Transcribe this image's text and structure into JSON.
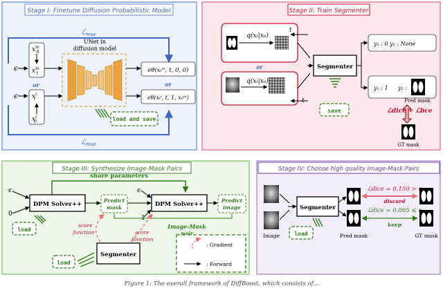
{
  "colors": {
    "stage1_fill": "#eef3fb",
    "stage1_border": "#5f88d6",
    "stage1_title": "#3a62b8",
    "stage2_fill": "#fde8ee",
    "stage2_border": "#e0637f",
    "stage2_title": "#c8102e",
    "stage3_fill": "#eef7ea",
    "stage3_border": "#7dbb63",
    "stage3_title": "#3c7d28",
    "stage4_fill": "#f3edf9",
    "stage4_border": "#9d7fc7",
    "stage4_title": "#6a3fa0",
    "arrow_blue": "#3c66c4",
    "green": "#2f7d1a",
    "red": "#c8102e",
    "dark_red": "#8b0000",
    "salmon": "#f06e6e",
    "unet_orange": "#e8a13b"
  },
  "stage1": {
    "title": "Stage I: Finetune Diffusion Probabilistic Model",
    "loss": "ℒ",
    "loss_sub": "mse",
    "x0m": "x",
    "x0m_sub": "0",
    "x0m_sup": "m",
    "xtm": "x",
    "xtm_sub": "t",
    "xtm_sup": "m",
    "x0i": "x",
    "x0i_sub": "0",
    "x0i_sup": "i",
    "xti": "x",
    "xti_sub": "t",
    "xti_sup": "i",
    "eps": "ϵ",
    "or": "or",
    "unet_label_1": "UNet in",
    "unet_label_2": "diffusion model",
    "out1": "ϵθ(xₜᵐ, t, 0, 0)",
    "out2": "ϵθ(xₜⁱ, t, 1, x₀ᵐ)",
    "load_save": "load and save"
  },
  "stage2": {
    "title": "Stage II: Train Segmenter",
    "q": "q(xₜ|x₀)",
    "t": "t",
    "or": "or",
    "segmenter": "Segmenter",
    "save": "save",
    "top_result": "y₁ : 0    y₂ : None",
    "bottom_result_1": "y₁ : 1",
    "bottom_result_2": "y₂ :",
    "pred_mask": "Pred mask",
    "loss": "ℒdice + ℒbce",
    "gt_mask": "GT mask"
  },
  "stage3": {
    "title": "Stage III: Synthesize Image-Mask Pairs",
    "share": "share parameters",
    "eps": "ϵ",
    "zero": "0",
    "one": "1",
    "solver1": "DPM Solver++",
    "solver2": "DPM Solver++",
    "predict_mask": "Predict mask",
    "predict_image": "Predict image",
    "pair": "Image-Mask pair",
    "score1": "score function",
    "score2": "score function",
    "segmenter": "Segmenter",
    "load1": "load",
    "load2": "load",
    "legend_gradient": ": Gradient",
    "legend_forward": ": Forward"
  },
  "stage4": {
    "title": "Stage IV: Choose high quality Image-Mask Pairs",
    "segmenter": "Segmenter",
    "load": "load",
    "image": "Image",
    "pred_mask": "Pred mask",
    "gt_mask": "GT mask",
    "cond1": "ℒdice = 0.150 > η",
    "discard": "discard",
    "cond2": "ℒdice = 0.065 ≤ η",
    "keep": "keep"
  },
  "caption": "Figure 1: The overall framework of DiffBoost, which consists of..."
}
